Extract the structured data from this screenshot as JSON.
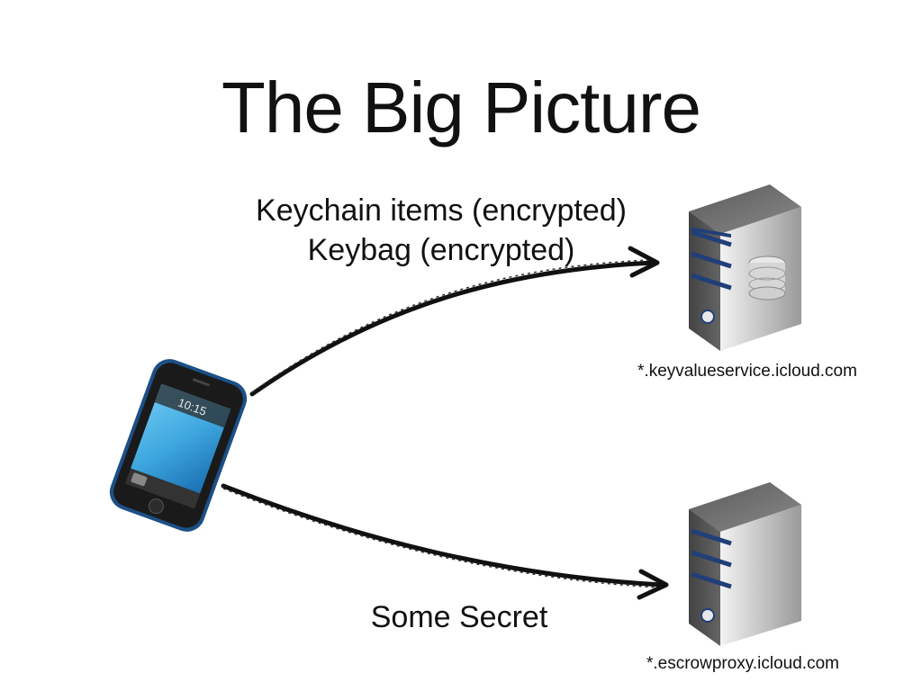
{
  "slide": {
    "title": "The Big Picture"
  },
  "upper_flow": {
    "line1": "Keychain items (encrypted)",
    "line2": "Keybag (encrypted)",
    "destination_host": "*.keyvalueservice.icloud.com"
  },
  "lower_flow": {
    "label": "Some Secret",
    "destination_host": "*.escrowproxy.icloud.com"
  },
  "phone": {
    "clock": "10:15"
  },
  "icons": {
    "device": "smartphone-icon",
    "server_top": "database-server-icon",
    "server_bottom": "server-icon"
  },
  "colors": {
    "phone_accent": "#1d4f86",
    "screen_blue": "#3fa8e0",
    "server_stripe": "#213f78"
  }
}
